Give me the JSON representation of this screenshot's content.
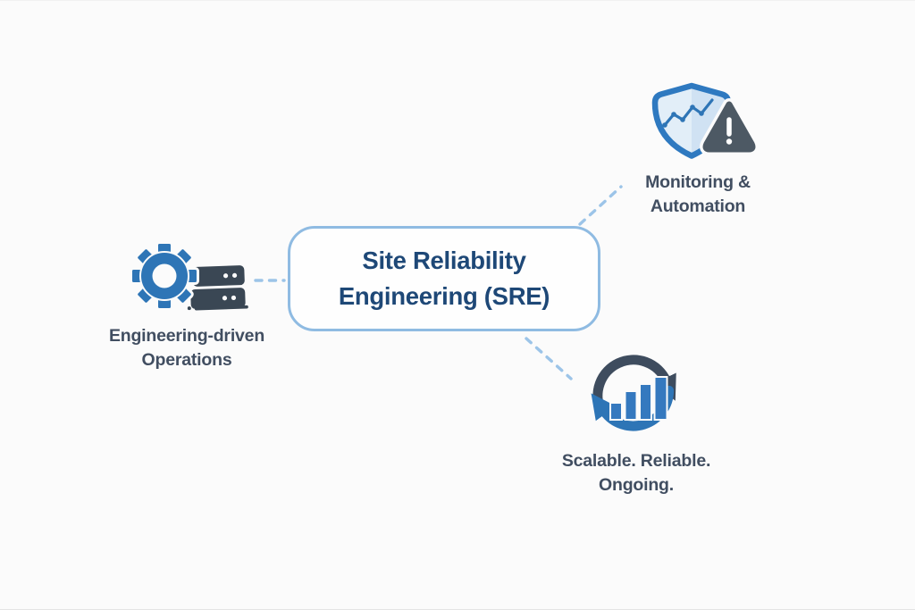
{
  "diagram": {
    "title": "Site Reliability Engineering (SRE)",
    "center_node": {
      "label_line1": "Site Reliability",
      "label_line2": "Engineering (SRE)"
    },
    "nodes": [
      {
        "id": "engineering-driven-operations",
        "position": "left",
        "icon": "gear-server-icon",
        "label_line1": "Engineering-driven",
        "label_line2": "Operations"
      },
      {
        "id": "monitoring-automation",
        "position": "top-right",
        "icon": "shield-alert-chart-icon",
        "label_line1": "Monitoring &",
        "label_line2": "Automation"
      },
      {
        "id": "scalable-reliable-ongoing",
        "position": "bottom-right",
        "icon": "cycle-growth-bars-icon",
        "label_line1": "Scalable. Reliable.",
        "label_line2": "Ongoing."
      }
    ],
    "connectors": [
      {
        "from": "engineering-driven-operations",
        "to": "center",
        "style": "dashed"
      },
      {
        "from": "center",
        "to": "monitoring-automation",
        "style": "dashed"
      },
      {
        "from": "center",
        "to": "scalable-reliable-ongoing",
        "style": "dashed"
      }
    ],
    "colors": {
      "background": "#fbfbfb",
      "primary_blue": "#2e75b6",
      "title_navy": "#1e4877",
      "label_slate": "#414e61",
      "box_border_blue": "#8fbbe2",
      "dash_blue": "#9cc4e8",
      "shield_fill_light": "#e2eef8",
      "shield_fill_shade": "#d0e2f3",
      "warning_triangle_gray": "#4d5964",
      "server_dark": "#3a4754",
      "bar_blue": "#3579bf",
      "cycle_dark_arc": "#3e4c5e"
    }
  }
}
